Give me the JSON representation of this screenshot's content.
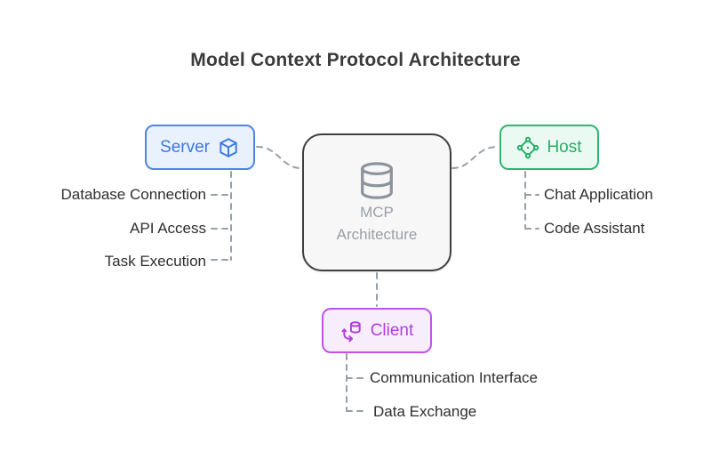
{
  "title": "Model Context Protocol Architecture",
  "center": {
    "line1": "MCP",
    "line2": "Architecture",
    "icon": "database-icon"
  },
  "server": {
    "label": "Server",
    "icon": "cube-icon",
    "items": [
      "Database Connection",
      "API Access",
      "Task Execution"
    ]
  },
  "host": {
    "label": "Host",
    "icon": "network-nodes-icon",
    "items": [
      "Chat Application",
      "Code Assistant"
    ]
  },
  "client": {
    "label": "Client",
    "icon": "database-sync-icon",
    "items": [
      "Communication Interface",
      "Data Exchange"
    ]
  },
  "colors": {
    "server_accent": "#3b79df",
    "server_border": "#4c86e8",
    "server_fill": "#e9f1fd",
    "host_accent": "#27ad67",
    "host_border": "#2fb673",
    "host_fill": "#eafaf2",
    "client_accent": "#b13ede",
    "client_border": "#c153e8",
    "client_fill": "#f8edfd",
    "center_border": "#3f3f3f",
    "center_fill": "#f7f7f7",
    "center_text": "#9aa0a6",
    "connector": "#98a0a6",
    "body_text": "#2e2e2e"
  }
}
